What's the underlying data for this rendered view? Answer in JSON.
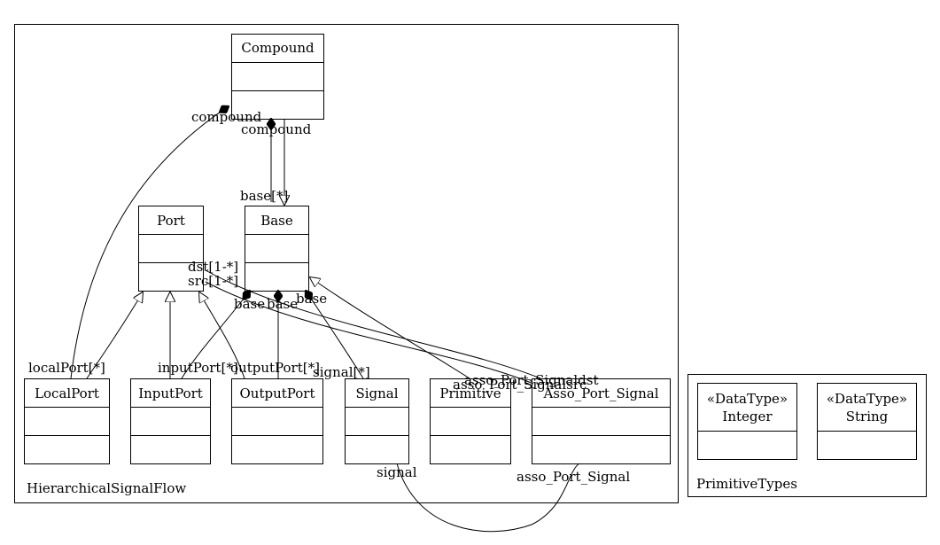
{
  "packages": {
    "main": {
      "name": "HierarchicalSignalFlow"
    },
    "types": {
      "name": "PrimitiveTypes"
    }
  },
  "classes": {
    "compound": {
      "name": "Compound"
    },
    "port": {
      "name": "Port"
    },
    "base": {
      "name": "Base"
    },
    "local_port": {
      "name": "LocalPort"
    },
    "input_port": {
      "name": "InputPort"
    },
    "output_port": {
      "name": "OutputPort"
    },
    "signal": {
      "name": "Signal"
    },
    "primitive": {
      "name": "Primitive"
    },
    "asso_port_signal": {
      "name": "Asso_Port_Signal"
    },
    "integer": {
      "stereotype": "«DataType»",
      "name": "Integer"
    },
    "string": {
      "stereotype": "«DataType»",
      "name": "String"
    }
  },
  "roles": {
    "compound_left": "compound",
    "compound_mid": "compound",
    "base_many": "base[*]",
    "dst": "dst[1-*]",
    "src": "src[1-*]",
    "base_1": "base",
    "base_2": "base",
    "base_3": "base",
    "local_port": "localPort[*]",
    "input_port": "inputPort[*]",
    "output_port": "outputPort[*]",
    "signal_many": "signal[*]",
    "asso_dst": "asso_Port_Signaldst",
    "asso_src": "asso_Port_Signalsrc",
    "signal": "signal",
    "asso_port_signal": "asso_Port_Signal"
  }
}
